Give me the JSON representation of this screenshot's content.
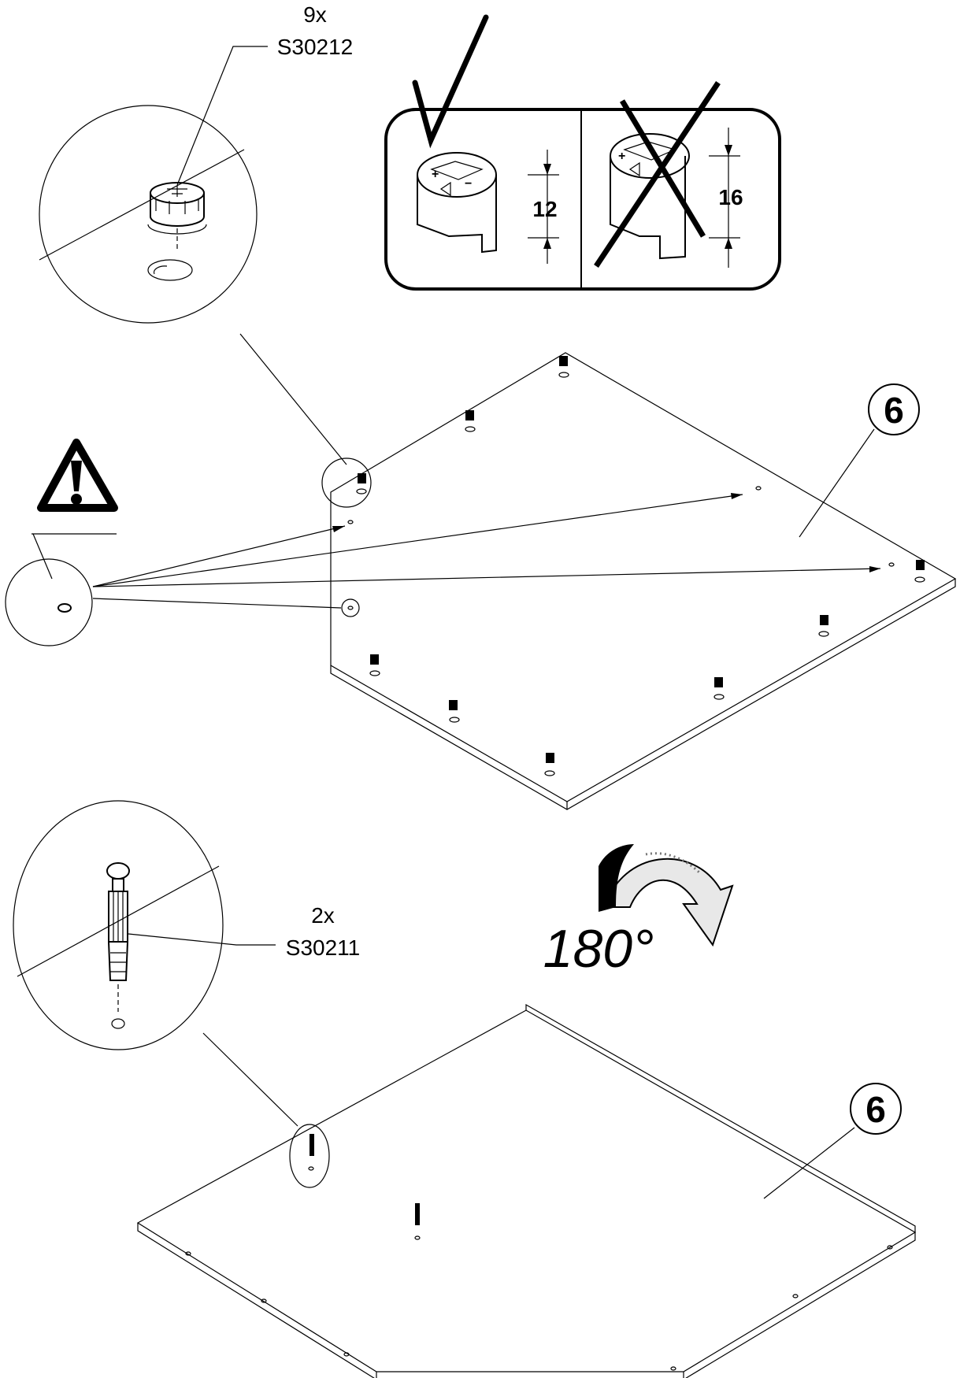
{
  "parts": {
    "cam_lock": {
      "quantity": "9x",
      "code": "S30212"
    },
    "cam_dowel": {
      "quantity": "2x",
      "code": "S30211"
    }
  },
  "comparison": {
    "correct_depth": "12",
    "wrong_depth": "16"
  },
  "panel_number_top": "6",
  "panel_number_bottom": "6",
  "rotation_label": "180°",
  "icons": [
    "checkmark-icon",
    "cross-icon",
    "warning-icon",
    "rotate-arrow-icon"
  ]
}
